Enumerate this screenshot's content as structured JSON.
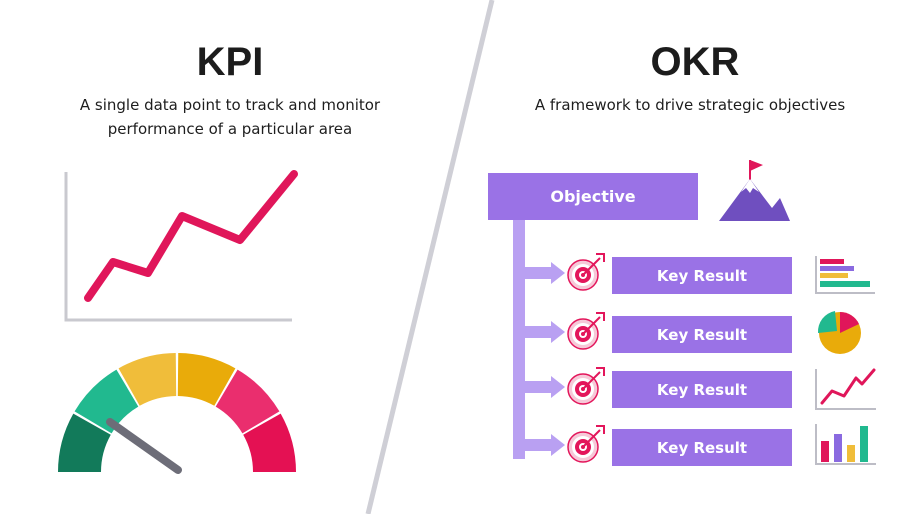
{
  "kpi": {
    "title": "KPI",
    "line1": "A single data point to track and monitor",
    "line2": "performance of a particular area",
    "trend_icon": "line-chart-icon",
    "gauge_icon": "speedometer-gauge-icon",
    "colors": {
      "line": "#e0165a",
      "gauge": [
        "#127a5a",
        "#21b98f",
        "#f0bd3a",
        "#e9ab0a",
        "#ea2e6e",
        "#e41153"
      ]
    }
  },
  "okr": {
    "title": "OKR",
    "subtitle": "A framework to drive strategic objectives",
    "objective": "Objective",
    "objective_icon": "mountain-flag-icon",
    "key_results": [
      {
        "label": "Key Result",
        "icon": "target-icon",
        "side_icon": "horizontal-bar-chart-icon"
      },
      {
        "label": "Key Result",
        "icon": "target-icon",
        "side_icon": "pie-chart-icon"
      },
      {
        "label": "Key Result",
        "icon": "target-icon",
        "side_icon": "trend-line-icon"
      },
      {
        "label": "Key Result",
        "icon": "target-icon",
        "side_icon": "vertical-bar-chart-icon"
      }
    ],
    "colors": {
      "accent": "#9a72e6",
      "connector": "#b9a0f2",
      "target": "#e3165b"
    }
  }
}
